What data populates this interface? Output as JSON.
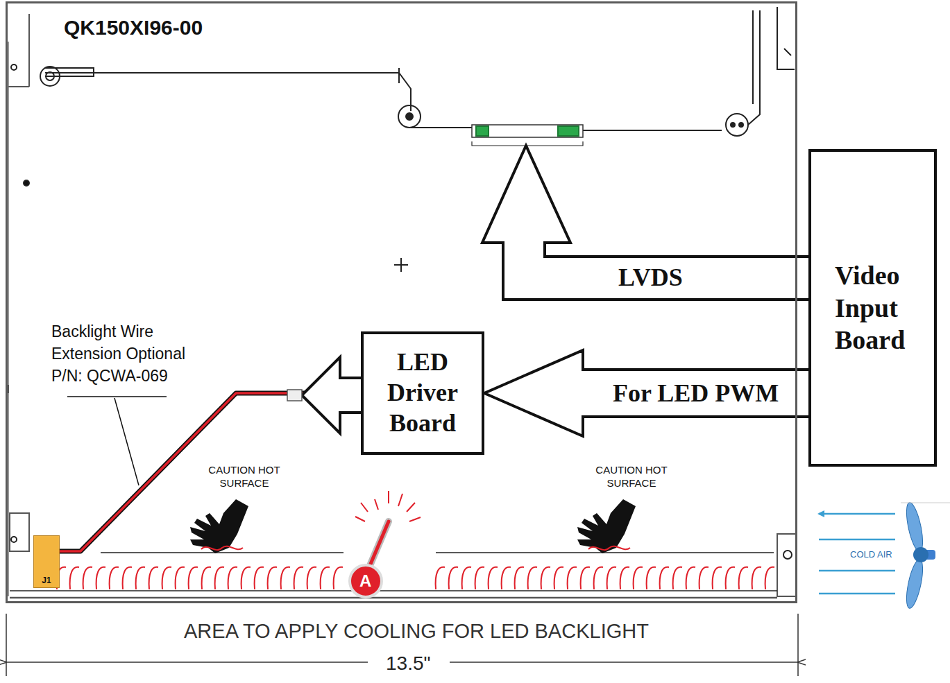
{
  "diagram": {
    "nodes": [
      {
        "text": [
          "QK150XI96-00"
        ]
      },
      {
        "text": [
          "Video Input Board"
        ]
      },
      {
        "text": [
          "LED Driver Board"
        ],
        "in": 0
      },
      {
        "text": [
          "J1"
        ],
        "in": 0
      }
    ],
    "edges": [
      {
        "from": 1,
        "to": 2,
        "label": "For LED PWM",
        "arrow": "to"
      },
      {
        "from": 2,
        "to": 3,
        "arrow": "none"
      }
    ],
    "labels": [
      "LVDS",
      "Backlight Wire Extension Optional P/N: QCWA-069",
      "CAUTION HOT SURFACE",
      "CAUTION HOT SURFACE",
      "A",
      "COLD AIR",
      "AREA TO APPLY COOLING FOR LED BACKLIGHT",
      "13.5\""
    ]
  }
}
